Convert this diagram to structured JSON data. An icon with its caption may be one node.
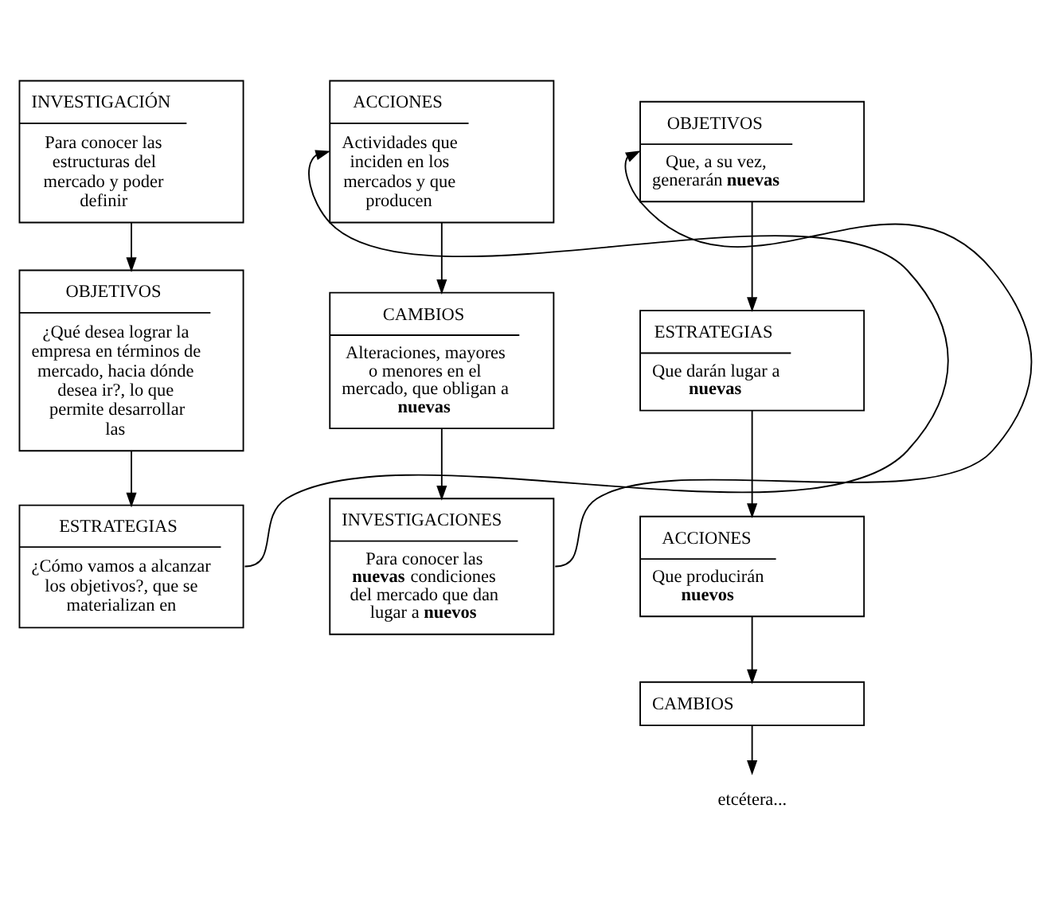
{
  "diagram": {
    "nodes": [
      {
        "text": [
          "INVESTIGACIÓN",
          "Para conocer las estructuras del mercado y poder definir"
        ]
      },
      {
        "text": [
          "OBJETIVOS",
          "¿Qué desea lograr la empresa en términos de mercado, hacia dónde desea ir?, lo que permite desarrollar las"
        ]
      },
      {
        "text": [
          "ESTRATEGIAS",
          "¿Cómo vamos a alcanzar los objetivos?, que se materializan en"
        ]
      },
      {
        "text": [
          "ACCIONES",
          "Actividades que inciden en los mercados y que producen"
        ]
      },
      {
        "text": [
          "CAMBIOS",
          "Alteraciones, mayores o menores en el mercado, que obligan a **nuevas**"
        ]
      },
      {
        "text": [
          "INVESTIGACIONES",
          "Para conocer las **nuevas** condiciones del mercado que dan lugar a **nuevos**"
        ]
      },
      {
        "text": [
          "OBJETIVOS",
          "Que, a su vez, generarán **nuevas**"
        ]
      },
      {
        "text": [
          "ESTRATEGIAS",
          "Que darán lugar a **nuevas**"
        ]
      },
      {
        "text": [
          "ACCIONES",
          "Que producirán **nuevos**"
        ]
      },
      {
        "text": [
          "CAMBIOS"
        ]
      },
      {
        "text": [
          "etcétera..."
        ]
      }
    ],
    "edges": [
      {
        "from": 0,
        "to": 1,
        "arrow": "to"
      },
      {
        "from": 1,
        "to": 2,
        "arrow": "to"
      },
      {
        "from": 2,
        "to": 3,
        "arrow": "to"
      },
      {
        "from": 3,
        "to": 4,
        "arrow": "to"
      },
      {
        "from": 4,
        "to": 5,
        "arrow": "to"
      },
      {
        "from": 5,
        "to": 6,
        "arrow": "to"
      },
      {
        "from": 6,
        "to": 7,
        "arrow": "to"
      },
      {
        "from": 7,
        "to": 8,
        "arrow": "to"
      },
      {
        "from": 8,
        "to": 9,
        "arrow": "to"
      },
      {
        "from": 9,
        "to": 10,
        "arrow": "to"
      }
    ]
  }
}
